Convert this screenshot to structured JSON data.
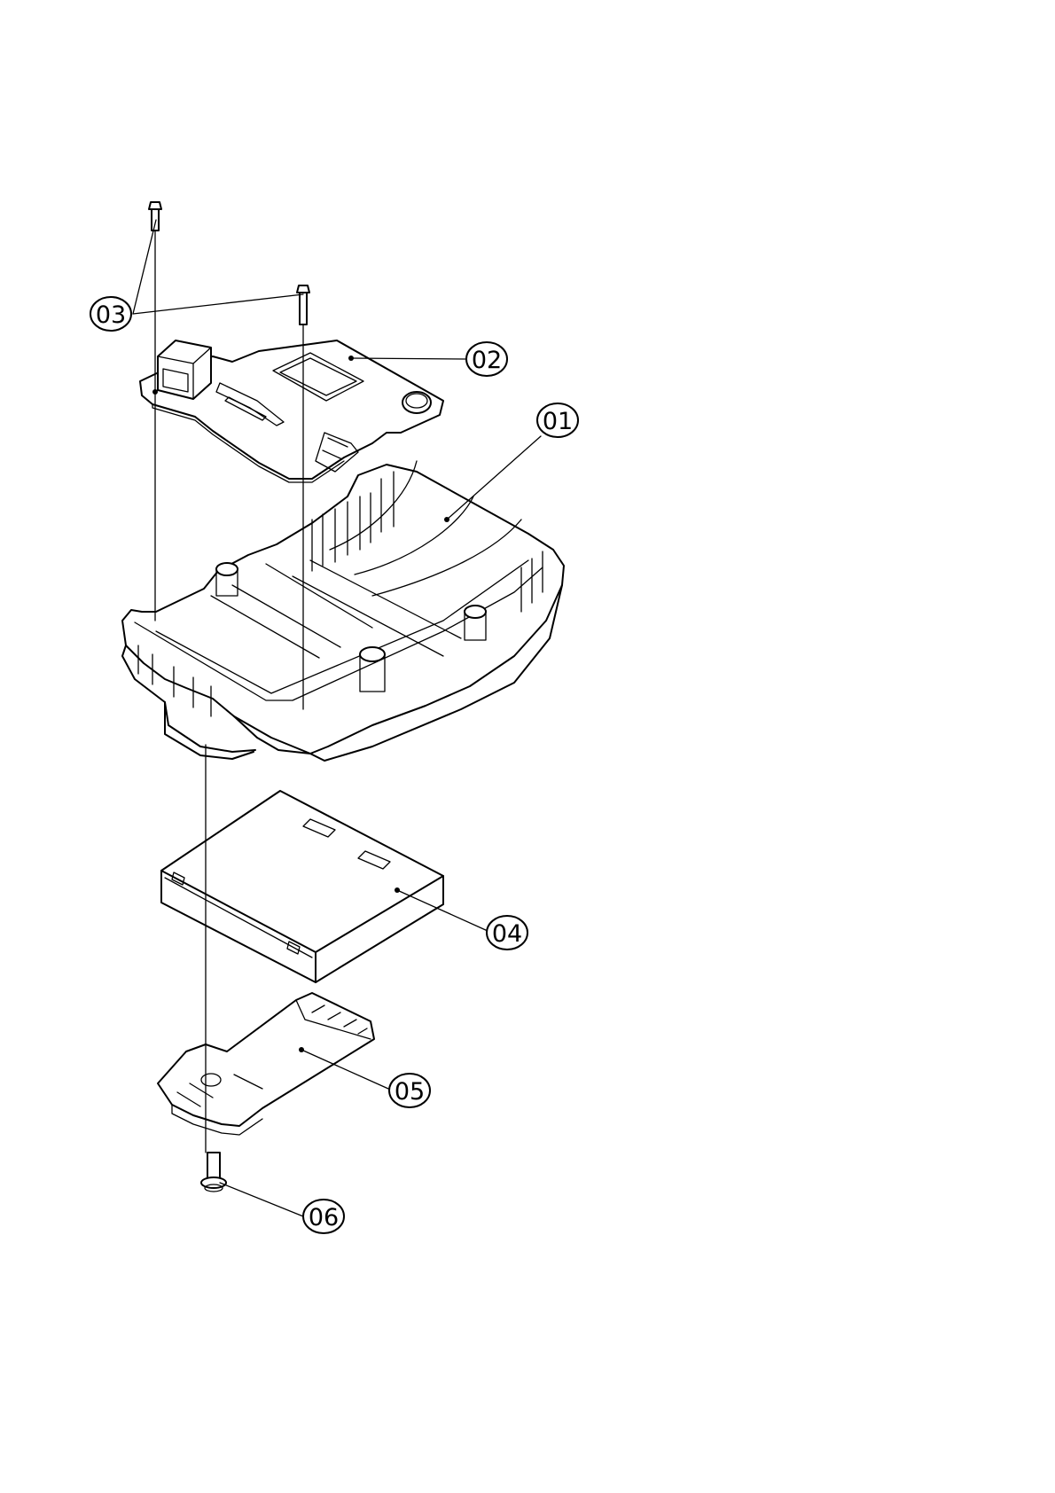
{
  "callouts": [
    {
      "id": "01",
      "label": "01"
    },
    {
      "id": "02",
      "label": "02"
    },
    {
      "id": "03",
      "label": "03"
    },
    {
      "id": "04",
      "label": "04"
    },
    {
      "id": "05",
      "label": "05"
    },
    {
      "id": "06",
      "label": "06"
    }
  ]
}
